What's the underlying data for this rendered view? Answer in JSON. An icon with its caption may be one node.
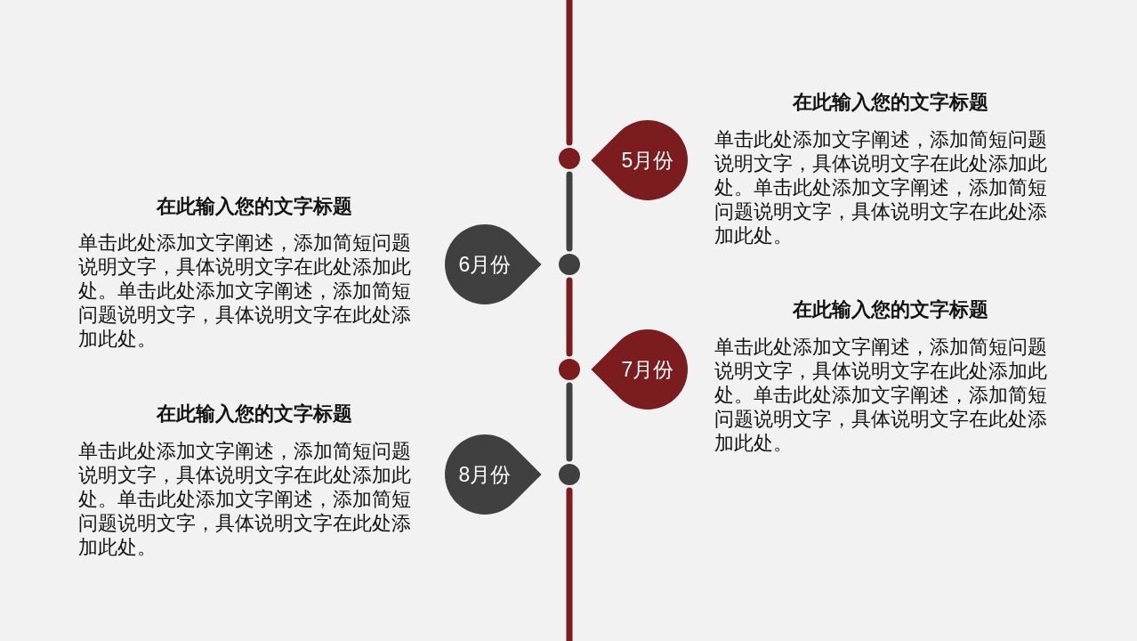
{
  "diagram": {
    "nodes": [
      {
        "text": [
          "5月份"
        ],
        "beside": [
          "在此输入您的文字标题",
          "单击此处添加文字阐述，添加简短问题说明文字，具体说明文字在此处添加此处。单击此处添加文字阐述，添加简短问题说明文字，具体说明文字在此处添加此处。"
        ]
      },
      {
        "text": [
          "6月份"
        ],
        "beside": [
          "在此输入您的文字标题",
          "单击此处添加文字阐述，添加简短问题说明文字，具体说明文字在此处添加此处。单击此处添加文字阐述，添加简短问题说明文字，具体说明文字在此处添加此处。"
        ]
      },
      {
        "text": [
          "7月份"
        ],
        "beside": [
          "在此输入您的文字标题",
          "单击此处添加文字阐述，添加简短问题说明文字，具体说明文字在此处添加此处。单击此处添加文字阐述，添加简短问题说明文字，具体说明文字在此处添加此处。"
        ]
      },
      {
        "text": [
          "8月份"
        ],
        "beside": [
          "在此输入您的文字标题",
          "单击此处添加文字阐述，添加简短问题说明文字，具体说明文字在此处添加此处。单击此处添加文字阐述，添加简短问题说明文字，具体说明文字在此处添加此处。"
        ]
      },
      {
        "text": [],
        "shape": "circle"
      },
      {
        "text": [],
        "shape": "circle"
      },
      {
        "text": [],
        "shape": "circle"
      },
      {
        "text": [],
        "shape": "circle"
      }
    ],
    "edges": [
      {
        "from": null,
        "to": 4,
        "arrow": "none"
      },
      {
        "from": 4,
        "to": 5,
        "arrow": "none",
        "color": "#404040"
      },
      {
        "from": 5,
        "to": 6,
        "arrow": "none"
      },
      {
        "from": 6,
        "to": 7,
        "arrow": "none",
        "color": "#404040"
      },
      {
        "from": 7,
        "to": null,
        "arrow": "none"
      }
    ]
  }
}
